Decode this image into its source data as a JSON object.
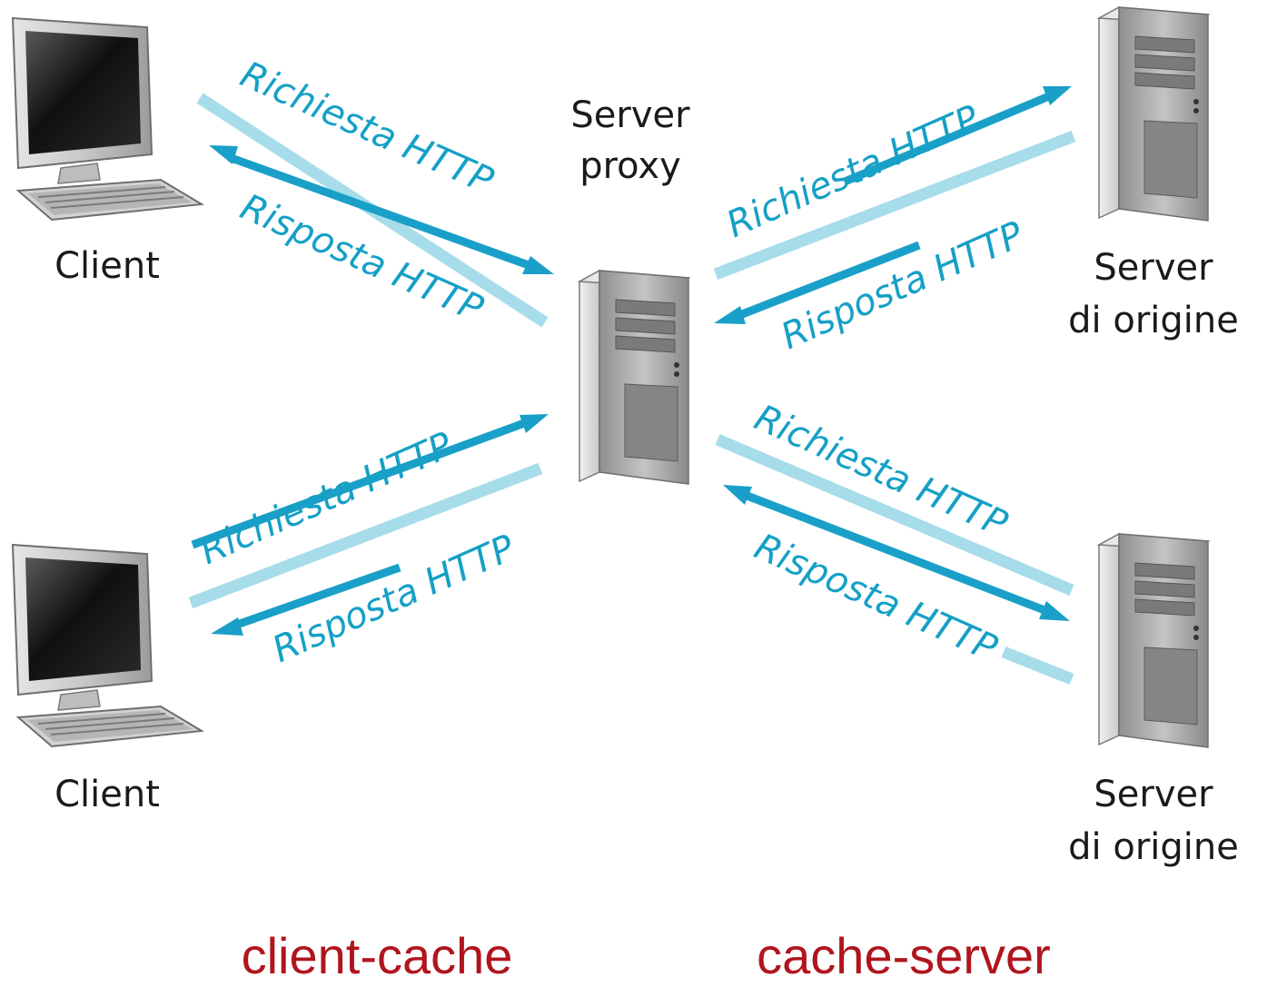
{
  "colors": {
    "request_dark": "#1aa0c8",
    "response_light": "#a7dcea",
    "arrow_text": "#15a0c6",
    "footer_text": "#b0151e",
    "node_text": "#1a1a1a"
  },
  "nodes": {
    "client_top": {
      "label": "Client",
      "icon": "desktop-computer-icon"
    },
    "client_bottom": {
      "label": "Client",
      "icon": "desktop-computer-icon"
    },
    "proxy": {
      "label_line1": "Server",
      "label_line2": "proxy",
      "icon": "tower-server-icon"
    },
    "origin_top": {
      "label_line1": "Server",
      "label_line2": "di origine",
      "icon": "tower-server-icon"
    },
    "origin_bottom": {
      "label_line1": "Server",
      "label_line2": "di origine",
      "icon": "tower-server-icon"
    }
  },
  "arrows": {
    "tl_request": "Richiesta HTTP",
    "tl_response": "Risposta HTTP",
    "bl_request": "Richiesta HTTP",
    "bl_response": "Risposta HTTP",
    "tr_request": "Richiesta HTTP",
    "tr_response": "Risposta HTTP",
    "br_request": "Richiesta HTTP",
    "br_response": "Risposta HTTP"
  },
  "footer": {
    "left": "client-cache",
    "right": "cache-server"
  }
}
